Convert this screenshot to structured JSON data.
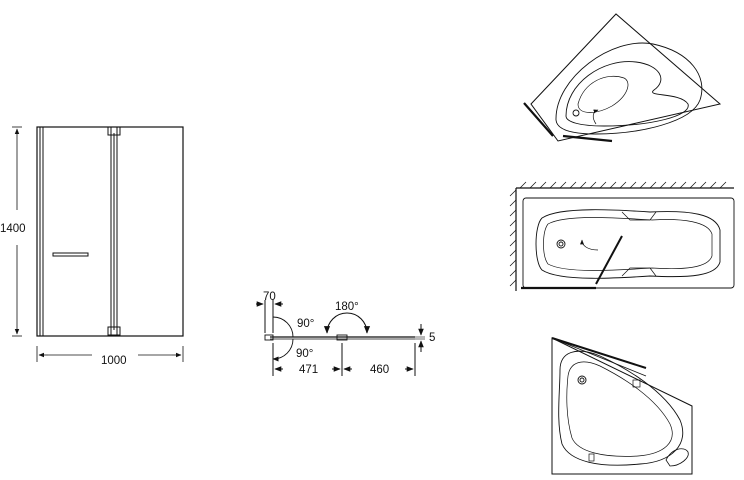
{
  "front_view": {
    "height_label": "1400",
    "width_label": "1000"
  },
  "plan_view": {
    "offset_label": "70",
    "angle_fixed_label": "90°",
    "angle_swing_label": "180°",
    "angle_lower_label": "90°",
    "thickness_label": "5",
    "fixed_width_label": "471",
    "swing_width_label": "460"
  },
  "installations": [
    {
      "name": "corner-bath-with-screen"
    },
    {
      "name": "rectangular-bath-with-screen"
    },
    {
      "name": "corner-bath-plan"
    }
  ]
}
